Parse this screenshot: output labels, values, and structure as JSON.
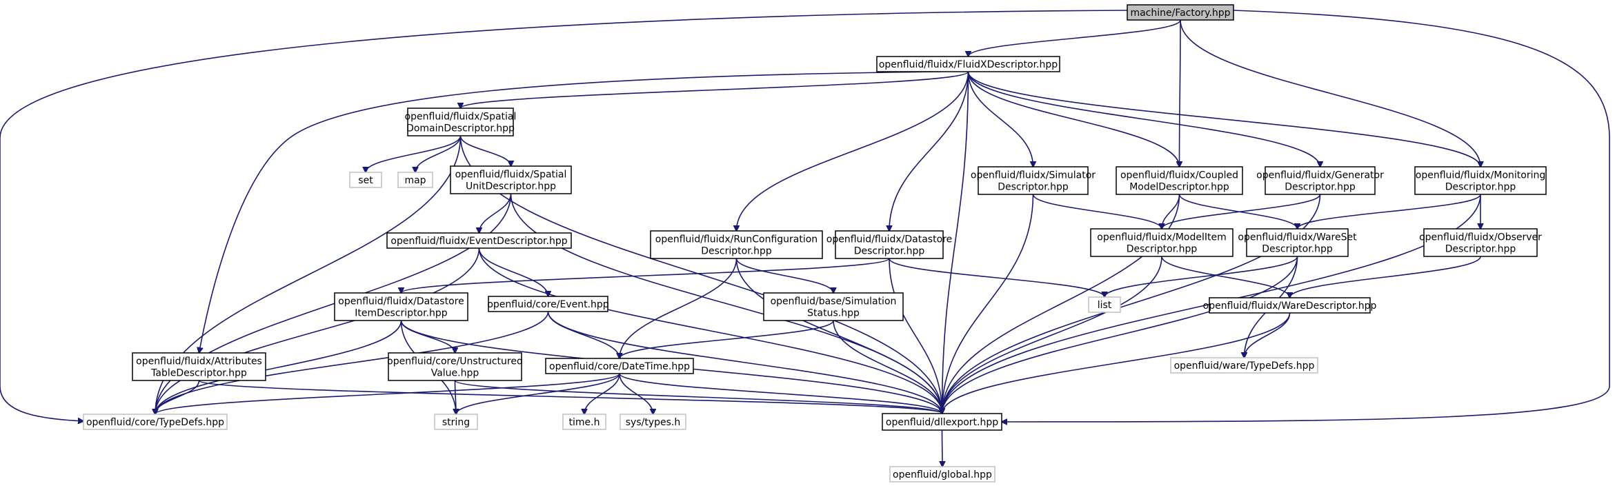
{
  "colors": {
    "edge": "#191970",
    "root_fill": "#bfbfbf",
    "external_border": "#bfbfbf",
    "border": "#000000"
  },
  "nodes": {
    "factory": {
      "lines": [
        "machine/Factory.hpp"
      ],
      "kind": "root"
    },
    "fluidx": {
      "lines": [
        "openfluid/fluidx/FluidXDescriptor.hpp"
      ],
      "kind": "internal"
    },
    "spatialdomain": {
      "lines": [
        "openfluid/fluidx/Spatial",
        "DomainDescriptor.hpp"
      ],
      "kind": "internal"
    },
    "set": {
      "lines": [
        "set"
      ],
      "kind": "external"
    },
    "map": {
      "lines": [
        "map"
      ],
      "kind": "external"
    },
    "spatialunit": {
      "lines": [
        "openfluid/fluidx/Spatial",
        "UnitDescriptor.hpp"
      ],
      "kind": "internal"
    },
    "eventdesc": {
      "lines": [
        "openfluid/fluidx/EventDescriptor.hpp"
      ],
      "kind": "internal"
    },
    "datastoreitem": {
      "lines": [
        "openfluid/fluidx/Datastore",
        "ItemDescriptor.hpp"
      ],
      "kind": "internal"
    },
    "event": {
      "lines": [
        "openfluid/core/Event.hpp"
      ],
      "kind": "internal"
    },
    "attributes": {
      "lines": [
        "openfluid/fluidx/Attributes",
        "TableDescriptor.hpp"
      ],
      "kind": "internal"
    },
    "unstructured": {
      "lines": [
        "openfluid/core/Unstructured",
        "Value.hpp"
      ],
      "kind": "internal"
    },
    "coretypedefs": {
      "lines": [
        "openfluid/core/TypeDefs.hpp"
      ],
      "kind": "external"
    },
    "string": {
      "lines": [
        "string"
      ],
      "kind": "external"
    },
    "datetime": {
      "lines": [
        "openfluid/core/DateTime.hpp"
      ],
      "kind": "internal"
    },
    "timeh": {
      "lines": [
        "time.h"
      ],
      "kind": "external"
    },
    "systypes": {
      "lines": [
        "sys/types.h"
      ],
      "kind": "external"
    },
    "runconfig": {
      "lines": [
        "openfluid/fluidx/RunConfiguration",
        "Descriptor.hpp"
      ],
      "kind": "internal"
    },
    "simstatus": {
      "lines": [
        "openfluid/base/Simulation",
        "Status.hpp"
      ],
      "kind": "internal"
    },
    "datastore": {
      "lines": [
        "openfluid/fluidx/Datastore",
        "Descriptor.hpp"
      ],
      "kind": "internal"
    },
    "simulator": {
      "lines": [
        "openfluid/fluidx/Simulator",
        "Descriptor.hpp"
      ],
      "kind": "internal"
    },
    "coupled": {
      "lines": [
        "openfluid/fluidx/Coupled",
        "ModelDescriptor.hpp"
      ],
      "kind": "internal"
    },
    "generator": {
      "lines": [
        "openfluid/fluidx/Generator",
        "Descriptor.hpp"
      ],
      "kind": "internal"
    },
    "monitoring": {
      "lines": [
        "openfluid/fluidx/Monitoring",
        "Descriptor.hpp"
      ],
      "kind": "internal"
    },
    "modelitem": {
      "lines": [
        "openfluid/fluidx/ModelItem",
        "Descriptor.hpp"
      ],
      "kind": "internal"
    },
    "wareset": {
      "lines": [
        "openfluid/fluidx/WareSet",
        "Descriptor.hpp"
      ],
      "kind": "internal"
    },
    "observer": {
      "lines": [
        "openfluid/fluidx/Observer",
        "Descriptor.hpp"
      ],
      "kind": "internal"
    },
    "list": {
      "lines": [
        "list"
      ],
      "kind": "external"
    },
    "waredesc": {
      "lines": [
        "openfluid/fluidx/WareDescriptor.hpp"
      ],
      "kind": "internal"
    },
    "waretypedefs": {
      "lines": [
        "openfluid/ware/TypeDefs.hpp"
      ],
      "kind": "external"
    },
    "dllexport": {
      "lines": [
        "openfluid/dllexport.hpp"
      ],
      "kind": "internal"
    },
    "global": {
      "lines": [
        "openfluid/global.hpp"
      ],
      "kind": "external"
    }
  },
  "edges": [
    [
      "factory",
      "fluidx"
    ],
    [
      "factory",
      "coupled"
    ],
    [
      "factory",
      "monitoring"
    ],
    [
      "factory",
      "coretypedefs"
    ],
    [
      "factory",
      "dllexport"
    ],
    [
      "fluidx",
      "spatialdomain"
    ],
    [
      "fluidx",
      "attributes"
    ],
    [
      "fluidx",
      "runconfig"
    ],
    [
      "fluidx",
      "datastore"
    ],
    [
      "fluidx",
      "simulator"
    ],
    [
      "fluidx",
      "coupled"
    ],
    [
      "fluidx",
      "generator"
    ],
    [
      "fluidx",
      "monitoring"
    ],
    [
      "fluidx",
      "dllexport"
    ],
    [
      "spatialdomain",
      "set"
    ],
    [
      "spatialdomain",
      "map"
    ],
    [
      "spatialdomain",
      "spatialunit"
    ],
    [
      "spatialdomain",
      "coretypedefs"
    ],
    [
      "spatialdomain",
      "dllexport"
    ],
    [
      "spatialunit",
      "eventdesc"
    ],
    [
      "spatialunit",
      "coretypedefs"
    ],
    [
      "spatialunit",
      "dllexport"
    ],
    [
      "eventdesc",
      "event"
    ],
    [
      "eventdesc",
      "coretypedefs"
    ],
    [
      "eventdesc",
      "dllexport"
    ],
    [
      "datastoreitem",
      "unstructured"
    ],
    [
      "datastoreitem",
      "string"
    ],
    [
      "datastoreitem",
      "coretypedefs"
    ],
    [
      "datastoreitem",
      "dllexport"
    ],
    [
      "event",
      "datetime"
    ],
    [
      "event",
      "coretypedefs"
    ],
    [
      "event",
      "dllexport"
    ],
    [
      "attributes",
      "coretypedefs"
    ],
    [
      "attributes",
      "dllexport"
    ],
    [
      "unstructured",
      "string"
    ],
    [
      "unstructured",
      "dllexport"
    ],
    [
      "datetime",
      "coretypedefs"
    ],
    [
      "datetime",
      "string"
    ],
    [
      "datetime",
      "timeh"
    ],
    [
      "datetime",
      "systypes"
    ],
    [
      "datetime",
      "dllexport"
    ],
    [
      "runconfig",
      "datetime"
    ],
    [
      "runconfig",
      "simstatus"
    ],
    [
      "runconfig",
      "dllexport"
    ],
    [
      "simstatus",
      "datetime"
    ],
    [
      "simstatus",
      "dllexport"
    ],
    [
      "datastore",
      "datastoreitem"
    ],
    [
      "datastore",
      "list"
    ],
    [
      "datastore",
      "dllexport"
    ],
    [
      "simulator",
      "modelitem"
    ],
    [
      "simulator",
      "dllexport"
    ],
    [
      "coupled",
      "modelitem"
    ],
    [
      "coupled",
      "wareset"
    ],
    [
      "coupled",
      "dllexport"
    ],
    [
      "generator",
      "modelitem"
    ],
    [
      "generator",
      "dllexport"
    ],
    [
      "monitoring",
      "wareset"
    ],
    [
      "monitoring",
      "observer"
    ],
    [
      "monitoring",
      "dllexport"
    ],
    [
      "modelitem",
      "waredesc"
    ],
    [
      "modelitem",
      "dllexport"
    ],
    [
      "wareset",
      "list"
    ],
    [
      "wareset",
      "waretypedefs"
    ],
    [
      "wareset",
      "dllexport"
    ],
    [
      "observer",
      "waredesc"
    ],
    [
      "waredesc",
      "waretypedefs"
    ],
    [
      "waredesc",
      "dllexport"
    ],
    [
      "dllexport",
      "global"
    ]
  ]
}
